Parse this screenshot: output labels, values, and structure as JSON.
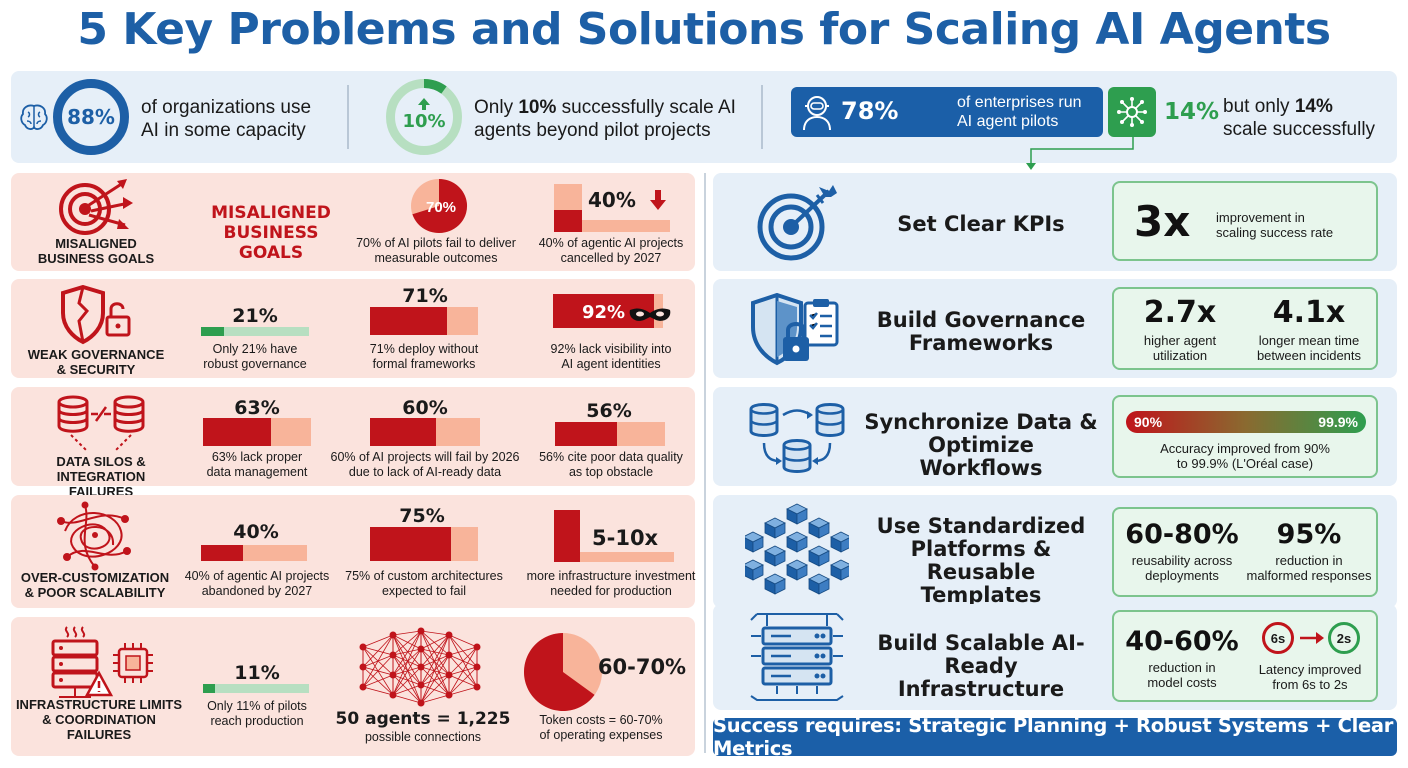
{
  "title": "5 Key Problems and Solutions for Scaling AI Agents",
  "top": {
    "stat1": {
      "value": "88%",
      "line1": "of organizations use",
      "line2": "AI in some capacity",
      "icon": "brain-icon"
    },
    "stat2": {
      "value": "10%",
      "pre": "Only ",
      "bold": "10%",
      "post": " successfully scale AI",
      "line2": "agents beyond pilot projects",
      "icon": "up-arrow-icon"
    },
    "stat3": {
      "value": "78%",
      "line1": "of enterprises run",
      "line2": "AI agent pilots",
      "icon": "robot-icon"
    },
    "stat4": {
      "value": "14%",
      "pre": "but only ",
      "bold": "14%",
      "line2": "scale successfully",
      "icon": "network-icon"
    }
  },
  "problems": [
    {
      "name_l1": "MISALIGNED",
      "name_l2": "BUSINESS GOALS",
      "icon": "target-arrows-icon",
      "heading_l1": "MISALIGNED",
      "heading_l2": "BUSINESS GOALS",
      "m1": {
        "value": "70%",
        "fraction": 0.7,
        "l1": "70% of AI pilots fail to deliver",
        "l2": "measurable outcomes"
      },
      "m2": {
        "value": "40%",
        "fraction": 0.4,
        "l1": "40% of agentic AI projects",
        "l2": "cancelled by 2027"
      }
    },
    {
      "name_l1": "WEAK GOVERNANCE",
      "name_l2": "& SECURITY",
      "icon": "broken-shield-lock-icon",
      "m1": {
        "value": "21%",
        "fraction": 0.21,
        "l1": "Only 21% have",
        "l2": "robust governance"
      },
      "m2": {
        "value": "71%",
        "fraction": 0.71,
        "l1": "71% deploy without",
        "l2": "formal frameworks"
      },
      "m3": {
        "value": "92%",
        "fraction": 0.92,
        "l1": "92% lack visibility into",
        "l2": "AI agent identities"
      }
    },
    {
      "name_l1": "DATA SILOS & INTEGRATION",
      "name_l2": "FAILURES",
      "icon": "database-silos-icon",
      "m1": {
        "value": "63%",
        "fraction": 0.63,
        "l1": "63% lack proper",
        "l2": "data management"
      },
      "m2": {
        "value": "60%",
        "fraction": 0.6,
        "l1": "60% of AI projects will fail by 2026",
        "l2": "due to lack of AI-ready data"
      },
      "m3": {
        "value": "56%",
        "fraction": 0.56,
        "l1": "56% cite poor data quality",
        "l2": "as top obstacle"
      }
    },
    {
      "name_l1": "OVER-CUSTOMIZATION",
      "name_l2": "& POOR SCALABILITY",
      "icon": "tangled-network-icon",
      "m1": {
        "value": "40%",
        "fraction": 0.4,
        "l1": "40% of agentic AI projects",
        "l2": "abandoned by 2027"
      },
      "m2": {
        "value": "75%",
        "fraction": 0.75,
        "l1": "75% of custom architectures",
        "l2": "expected to fail"
      },
      "m3": {
        "value": "5-10x",
        "l1": "more infrastructure investment",
        "l2": "needed for production"
      }
    },
    {
      "name_l1": "INFRASTRUCTURE LIMITS",
      "name_l2": "& COORDINATION",
      "name_l3": "FAILURES",
      "icon": "server-warning-icon",
      "m1": {
        "value": "11%",
        "fraction": 0.11,
        "l1": "Only 11% of pilots",
        "l2": "reach production"
      },
      "m2": {
        "value": "50 agents = 1,225",
        "l2": "possible connections",
        "icon": "mesh-network-icon"
      },
      "m3": {
        "value": "60-70%",
        "fraction": 0.65,
        "l1": "Token costs = 60-70%",
        "l2": "of operating expenses"
      }
    }
  ],
  "solutions": [
    {
      "name_l1": "Set Clear KPIs",
      "icon": "target-icon",
      "big": "3x",
      "l1": "improvement in",
      "l2": "scaling success rate"
    },
    {
      "name_l1": "Build Governance",
      "name_l2": "Frameworks",
      "icon": "shield-checklist-icon",
      "a": {
        "big": "2.7x",
        "l1": "higher agent",
        "l2": "utilization"
      },
      "b": {
        "big": "4.1x",
        "l1": "longer mean time",
        "l2": "between incidents"
      }
    },
    {
      "name_l1": "Synchronize Data &",
      "name_l2": "Optimize Workflows",
      "icon": "database-sync-icon",
      "from": "90%",
      "to": "99.9%",
      "l1": "Accuracy improved from 90%",
      "l2": "to 99.9% (L'Oréal case)"
    },
    {
      "name_l1": "Use Standardized",
      "name_l2": "Platforms & Reusable",
      "name_l3": "Templates",
      "icon": "modular-cubes-icon",
      "a": {
        "big": "60-80%",
        "l1": "reusability across",
        "l2": "deployments"
      },
      "b": {
        "big": "95%",
        "l1": "reduction in",
        "l2": "malformed responses"
      }
    },
    {
      "name_l1": "Build Scalable AI-",
      "name_l2": "Ready Infrastructure",
      "icon": "server-rack-icon",
      "a": {
        "big": "40-60%",
        "l1": "reduction in",
        "l2": "model costs"
      },
      "b": {
        "from": "6s",
        "to": "2s",
        "l1": "Latency improved",
        "l2": "from 6s to 2s"
      }
    }
  ],
  "footer": "Success requires: Strategic Planning + Robust Systems + Clear Metrics",
  "colors": {
    "blue": "#1d5fa6",
    "red": "#c0141b",
    "salmon": "#f8b49a",
    "green": "#2e9e4f",
    "pink_bg": "#fbe3dd",
    "blue_bg": "#e6eff8"
  }
}
